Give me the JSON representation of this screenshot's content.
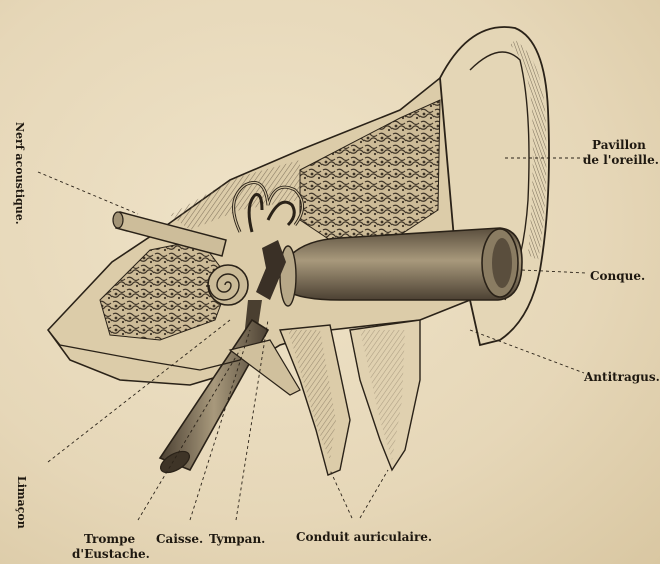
{
  "labels": {
    "nerf_acoustique": "Nerf acoustique.",
    "pavillon_line1": "Pavillon",
    "pavillon_line2": "de l'oreille.",
    "conque": "Conque.",
    "antitragus": "Antitragus.",
    "limacon": "Limaçon",
    "trompe_line1": "Trompe",
    "trompe_line2": "d'Eustache.",
    "caisse": "Caisse.",
    "tympan": "Tympan.",
    "conduit": "Conduit auriculaire."
  },
  "colors": {
    "paper": "#e9dcc0",
    "ink": "#2a2218",
    "bone": "#d8c8a6",
    "shade": "#6e604c"
  }
}
